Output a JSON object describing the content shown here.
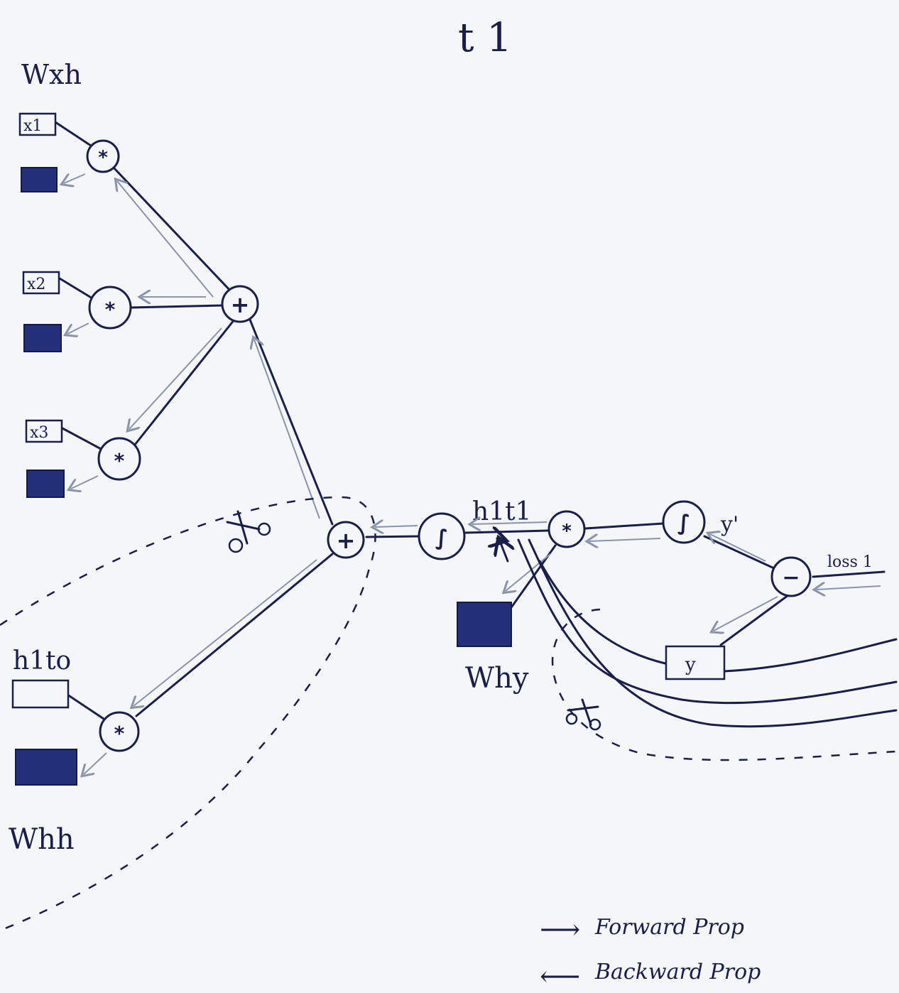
{
  "title": "t 1",
  "labels": {
    "wxh": "Wxh",
    "whh": "Whh",
    "why": "Why",
    "h1t0": "h1to",
    "h1t1": "h1t1",
    "y_pred": "y'",
    "loss": "loss 1"
  },
  "inputs": {
    "x1": "x1",
    "x2": "x2",
    "x3": "x3",
    "y": "y"
  },
  "ops": {
    "mul": "*",
    "add": "+",
    "sub": "−",
    "sigmoid": "∫"
  },
  "legend": {
    "forward_arrow": "⟶",
    "forward_label": "Forward Prop",
    "backward_arrow": "⟵",
    "backward_label": "Backward Prop"
  },
  "colors": {
    "ink": "#1a1f4a",
    "weight_fill": "#25307a",
    "backprop": "#8a93a8",
    "paper": "#f4f6f7"
  }
}
